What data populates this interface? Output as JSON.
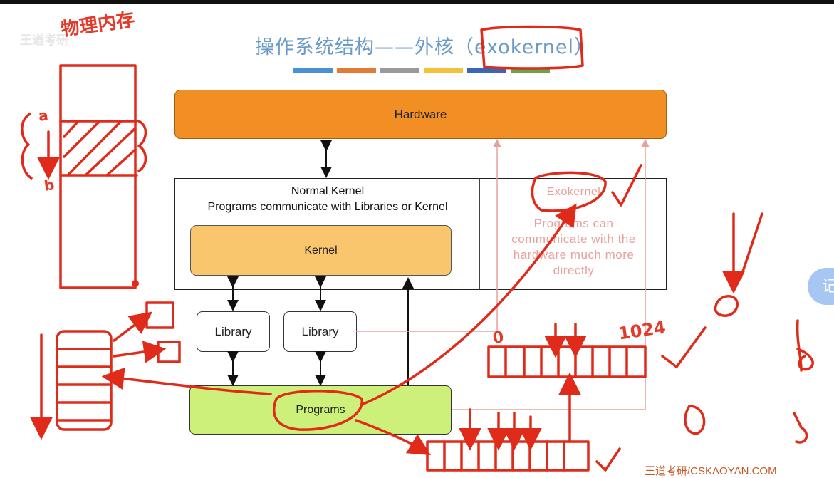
{
  "title": "操作系统结构——外核（exokernel）",
  "watermark": "王道考研",
  "color_bar": [
    "#4b8fd4",
    "#e07a35",
    "#9a9a9a",
    "#f2c23a",
    "#3a66b8",
    "#6aa54a"
  ],
  "diagram": {
    "hardware": "Hardware",
    "normal_kernel_title": "Normal Kernel",
    "normal_kernel_subtitle": "Programs communicate with Libraries or Kernel",
    "kernel": "Kernel",
    "exokernel": "Exokernel",
    "exokernel_desc": [
      "Programs can",
      "communicate with the",
      "hardware much more",
      "directly"
    ],
    "library_1": "Library",
    "library_2": "Library",
    "programs": "Programs"
  },
  "annotations": {
    "physical_memory": "物理内存",
    "label_a": "a",
    "label_b": "b",
    "label_0": "0",
    "label_1024": "1024"
  },
  "footer": "王道考研/CSKAOYAN.COM",
  "side_button": "记"
}
